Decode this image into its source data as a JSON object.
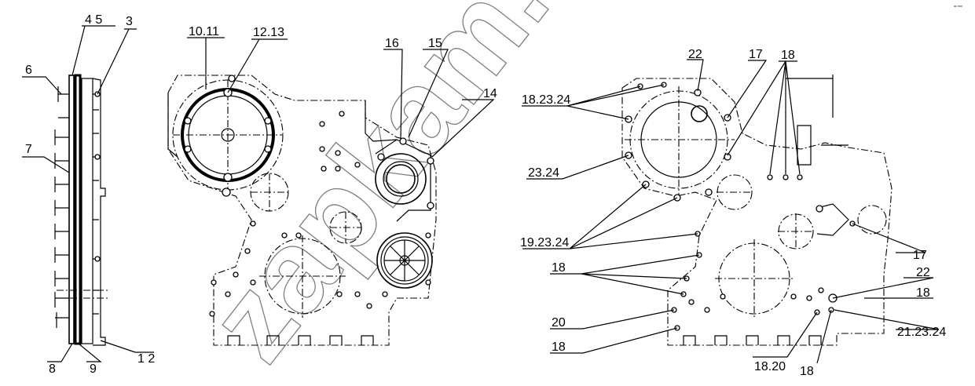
{
  "watermark_text": "zapkam.ru",
  "corner_mark": "ᵃᵒ ᵐᵐ",
  "side_view": {
    "labels": {
      "l45": "4 5",
      "l3": "3",
      "l6": "6",
      "l7": "7",
      "l8": "8",
      "l9": "9",
      "l12": "1 2"
    }
  },
  "front_view": {
    "labels": {
      "l1011": "10.11",
      "l1213": "12.13",
      "l16": "16",
      "l15": "15",
      "l14": "14"
    }
  },
  "rear_view": {
    "labels": {
      "l22a": "22",
      "l17a": "17",
      "l18a": "18",
      "l182324": "18.23.24",
      "l2324": "23.24",
      "l192324": "19.23.24",
      "l18b": "18",
      "l20": "20",
      "l18c": "18",
      "l1820": "18.20",
      "l18d": "18",
      "l17b": "17",
      "l22b": "22",
      "l18e": "18",
      "l212324": "21.23.24"
    }
  }
}
